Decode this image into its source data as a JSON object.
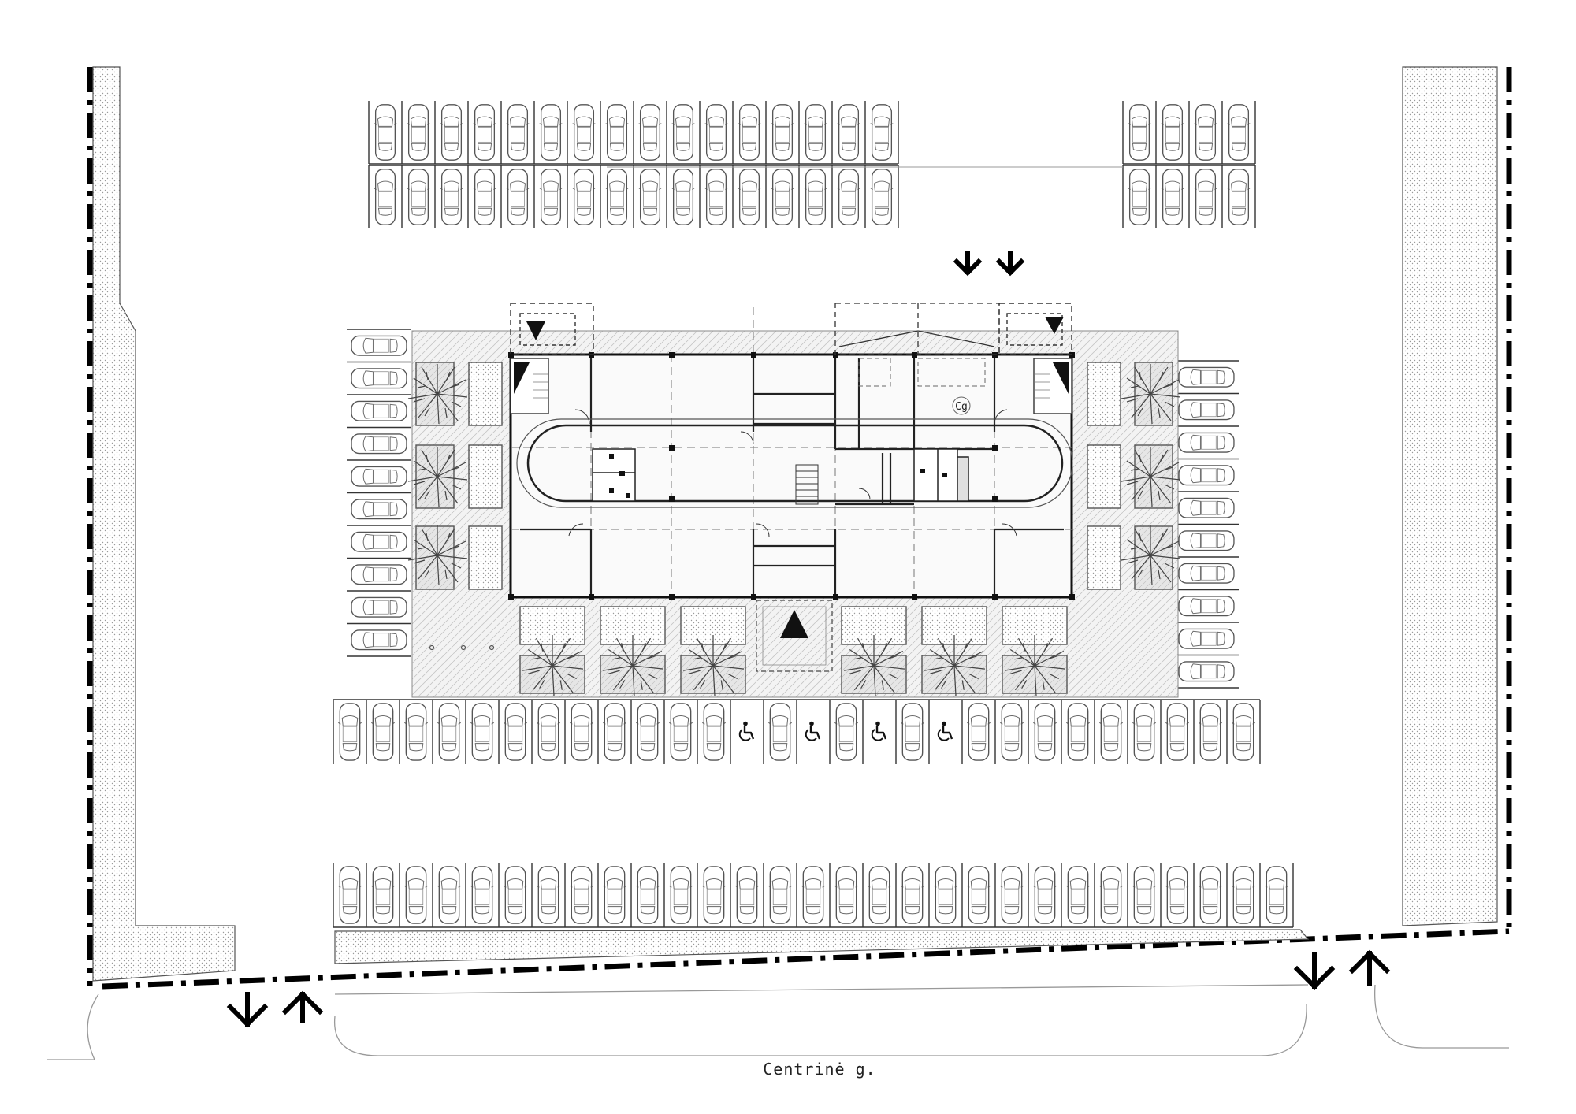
{
  "street": {
    "name": "Centrinė g."
  },
  "rooms": {
    "label_cg": "Cg"
  },
  "icons": {
    "accessible": "accessible-parking-icon",
    "car": "car-icon",
    "tree": "tree-icon",
    "entrance": "entrance-triangle-icon",
    "arrow_in": "arrow-down-icon",
    "arrow_out": "arrow-up-icon"
  },
  "parking": {
    "north_left_count": 16,
    "north_right_count": 4,
    "west_count": 10,
    "east_count": 10,
    "south_row_count": 28,
    "street_row_count": 29,
    "accessible_count": 4
  },
  "colors": {
    "line": "#111111",
    "hatch": "#b5b5b5",
    "tree": "#8a8a8a",
    "plot": "#000000"
  }
}
